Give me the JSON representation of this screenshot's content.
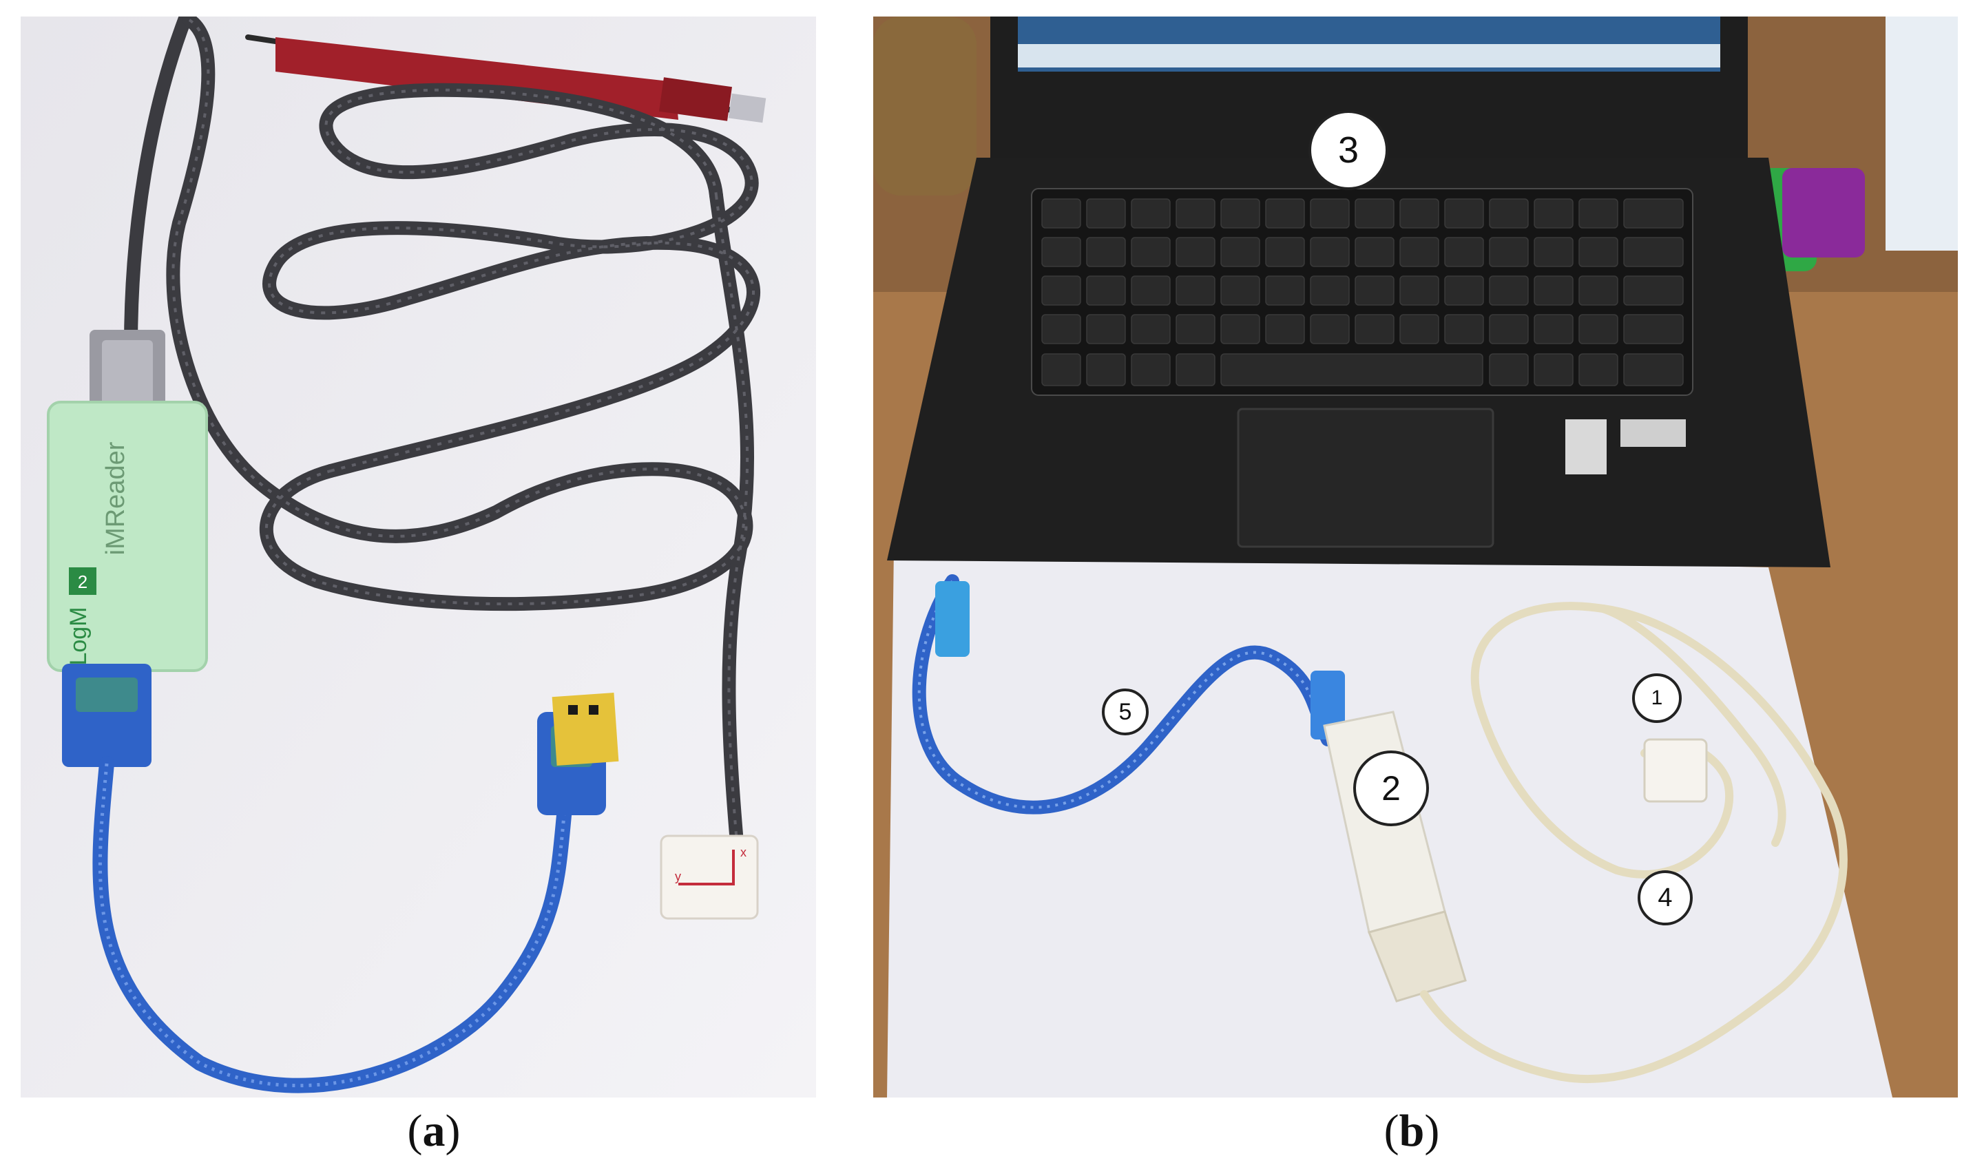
{
  "panels": [
    {
      "id": "a",
      "caption_letter": "a",
      "printed_text": {
        "reader_brand": "LogM",
        "reader_brand_sup": "2",
        "reader_name": "iMReader"
      }
    },
    {
      "id": "b",
      "caption_letter": "b",
      "callouts": [
        "1",
        "2",
        "3",
        "4",
        "5"
      ]
    }
  ],
  "colors": {
    "paper": "#f1f0f4",
    "table": "#a8784a",
    "laptop": "#1f1f1f",
    "reader_green": "#bfe8c6",
    "usb_blue": "#2f63c8",
    "braided_cable": "#3b3b40",
    "pen_red": "#a1202a",
    "beige_cable": "#e4dcbf"
  }
}
